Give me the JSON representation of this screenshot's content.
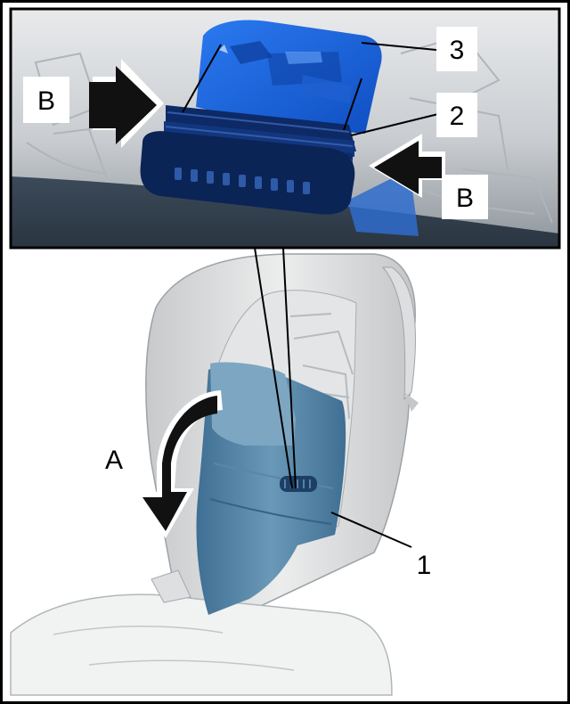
{
  "callouts": {
    "label_1": "1",
    "label_2": "2",
    "label_3": "3",
    "label_a": "A",
    "label_b_left": "B",
    "label_b_right": "B"
  },
  "colors": {
    "frame_border": "#000000",
    "part_highlight": "#1a63d6",
    "part_shadow": "#0b2a66",
    "seat_cover_blue": "#4e7fa0",
    "seat_grey": "#d9dadb",
    "background_dark": "#3d4a57",
    "arrow_fill": "#111111"
  }
}
